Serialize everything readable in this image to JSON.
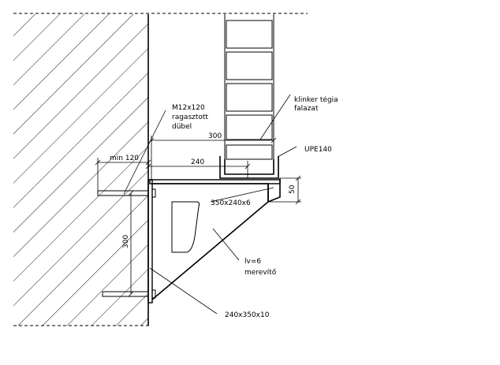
{
  "labels": {
    "dowel": [
      "M12x120",
      "ragasztott",
      "dübel"
    ],
    "brick_wall": [
      "klinker tégia",
      "falazat"
    ],
    "channel": "UPE140",
    "dim_300_top": "300",
    "dim_min120": "min 120",
    "dim_240": "240",
    "dim_50": "50",
    "top_plate": "350x240x6",
    "dim_300_vert": "300",
    "stiffener": [
      "lv=6",
      "merevítő"
    ],
    "wall_plate": "240x350x10"
  }
}
